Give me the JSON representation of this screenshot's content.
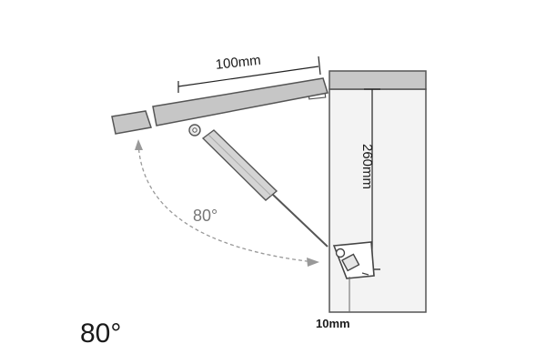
{
  "labels": {
    "top_dimension": "100mm",
    "side_dimension": "260mm",
    "bottom_dimension": "10mm",
    "angle_arc": "80°",
    "angle_caption": "80°"
  },
  "colors": {
    "outline": "#555555",
    "panel_fill": "#f2f2f2",
    "top_strip_fill": "#c8c8c8",
    "lid_fill": "#c4c4c4",
    "arc_dash": "#9a9a9a"
  }
}
